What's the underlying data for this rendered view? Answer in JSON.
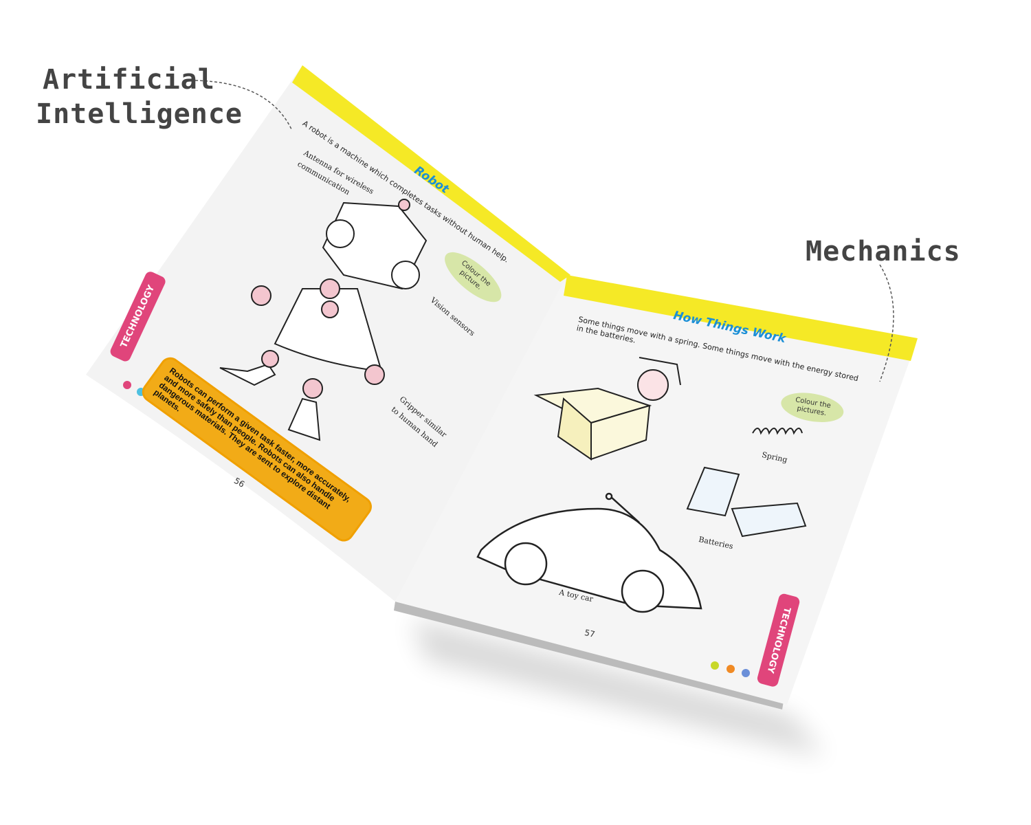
{
  "callouts": {
    "left": "Artificial\nIntelligence",
    "left_line1": "Artificial",
    "left_line2": "Intelligence",
    "right": "Mechanics"
  },
  "left_page": {
    "section_tab": "TECHNOLOGY",
    "intro": "A robot is a machine which completes tasks without human help.",
    "title": "Robot",
    "labels": {
      "antenna": "Antenna for wireless communication",
      "antenna_1": "Antenna for wireless",
      "antenna_2": "communication",
      "vision": "Vision sensors",
      "gripper_1": "Gripper similar",
      "gripper_2": "to human hand"
    },
    "instruction": "Colour the picture.",
    "fact": "Robots can perform a given task faster, more accurately, and more safely than people. Robots can also handle dangerous materials. They are sent to explore distant planets.",
    "page_number": "56"
  },
  "right_page": {
    "section_tab": "TECHNOLOGY",
    "title": "How Things Work",
    "intro": "Some things move with a spring. Some things move with the energy stored in the batteries.",
    "instruction": "Colour the pictures.",
    "labels": {
      "spring": "Spring",
      "batteries": "Batteries",
      "car": "A toy car"
    },
    "page_number": "57"
  },
  "colors": {
    "banner": "#f5e926",
    "tab": "#e0457b",
    "title": "#1b8fd6",
    "fact_box": "#f2ab17",
    "oval": "#d7e6a8"
  }
}
